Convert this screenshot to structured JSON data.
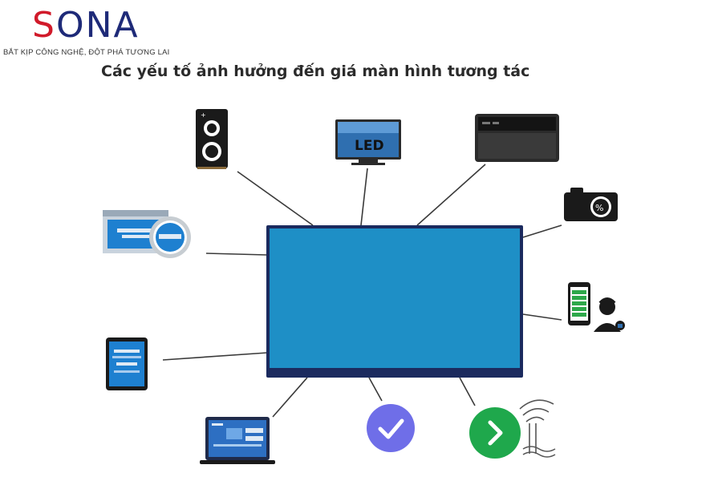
{
  "brand": {
    "logo_first_letter": "S",
    "logo_rest": "ONA",
    "tagline": "BẮT KỊP CÔNG NGHỆ, ĐỘT PHÁ TƯƠNG LAI",
    "accent_red": "#d11a2a",
    "accent_navy": "#1e2a78"
  },
  "diagram": {
    "title": "Các yếu tố ảnh hưởng đến giá màn hình tương tác",
    "screen_color": "#1e8fc6",
    "led_label": "LED",
    "icons": [
      "speaker-icon",
      "led-tv-icon",
      "dark-display-icon",
      "camera-icon",
      "phone-battery-icon",
      "user-lock-icon",
      "software-window-icon",
      "tablet-icon",
      "laptop-icon",
      "checkmark-badge-icon",
      "arrow-badge-icon",
      "wireless-signal-icon"
    ]
  }
}
